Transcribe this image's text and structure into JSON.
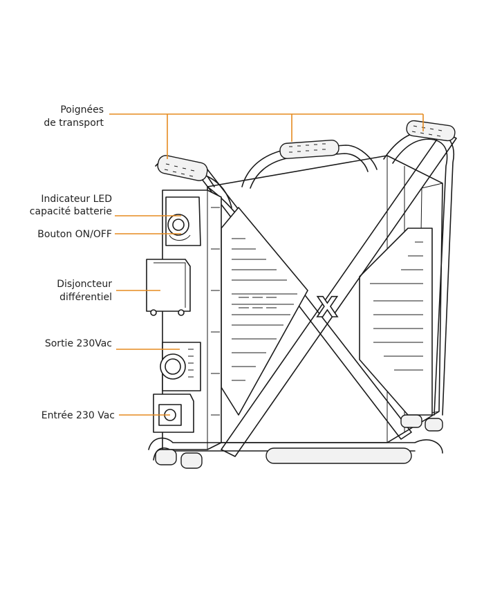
{
  "labels": {
    "handles": [
      "Poignées",
      "de transport"
    ],
    "led": [
      "Indicateur LED",
      "capacité batterie"
    ],
    "button": "Bouton ON/OFF",
    "breaker": [
      "Disjoncteur",
      "différentiel"
    ],
    "output": "Sortie 230Vac",
    "input": "Entrée 230 Vac"
  },
  "colors": {
    "callout": "#e58a1f",
    "outline": "#1a1a1a",
    "text": "#222222"
  },
  "icons": {
    "logo": "x-logo-icon"
  }
}
